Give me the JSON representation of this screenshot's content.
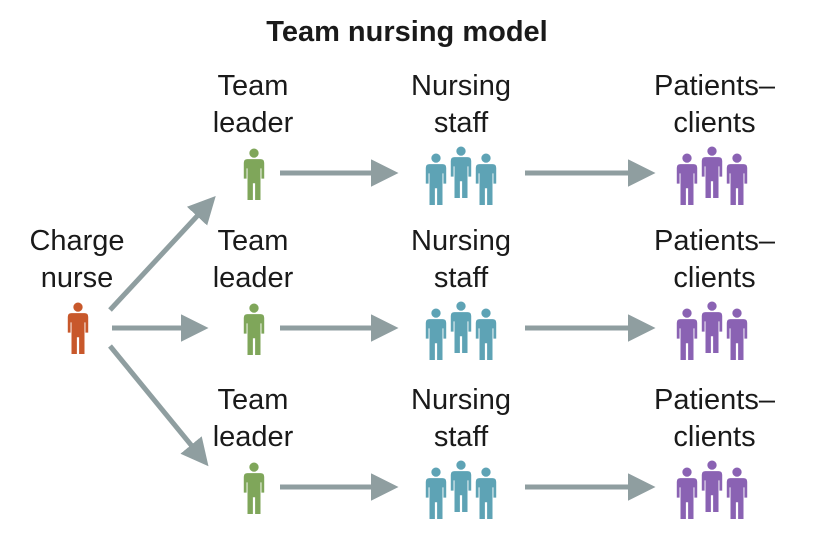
{
  "title": "Team nursing model",
  "charge_nurse": {
    "line1": "Charge",
    "line2": "nurse"
  },
  "rows": [
    {
      "team_leader": {
        "line1": "Team",
        "line2": "leader"
      },
      "nursing_staff": {
        "line1": "Nursing",
        "line2": "staff"
      },
      "patients": {
        "line1": "Patients–",
        "line2": "clients"
      }
    },
    {
      "team_leader": {
        "line1": "Team",
        "line2": "leader"
      },
      "nursing_staff": {
        "line1": "Nursing",
        "line2": "staff"
      },
      "patients": {
        "line1": "Patients–",
        "line2": "clients"
      }
    },
    {
      "team_leader": {
        "line1": "Team",
        "line2": "leader"
      },
      "nursing_staff": {
        "line1": "Nursing",
        "line2": "staff"
      },
      "patients": {
        "line1": "Patients–",
        "line2": "clients"
      }
    }
  ],
  "colors": {
    "charge_nurse": "#c8582b",
    "team_leader": "#7fa65a",
    "nursing_staff": "#5ea3b5",
    "patients": "#8a62b3",
    "arrow": "#8f9ea0"
  },
  "icons": {
    "charge_nurse": "person-icon",
    "team_leader": "person-icon",
    "nursing_staff": "three-people-icon",
    "patients": "three-people-icon"
  }
}
